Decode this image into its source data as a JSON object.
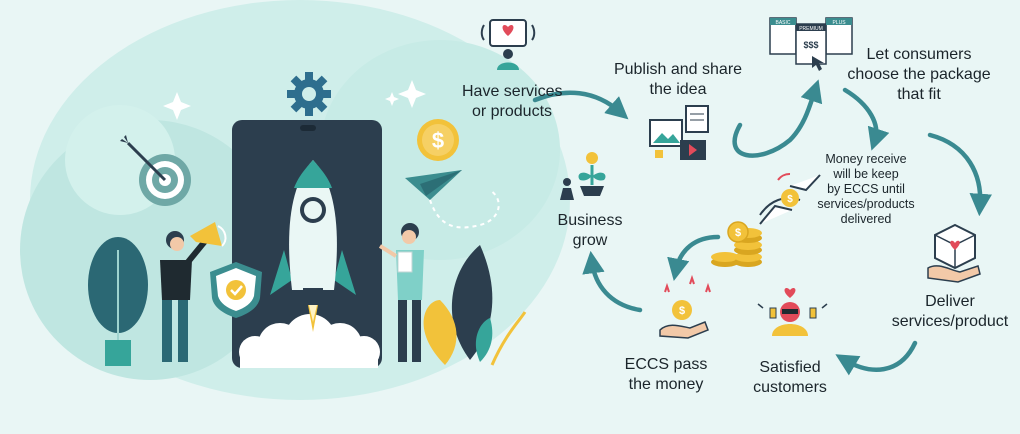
{
  "steps": [
    {
      "id": "have",
      "text": "Have services or products",
      "line1": "Have services",
      "line2": "or products",
      "icon": "presenter-heart-icon"
    },
    {
      "id": "publish",
      "text": "Publish and share the idea",
      "line1": "Publish and share",
      "line2": "the idea",
      "icon": "media-gallery-icon"
    },
    {
      "id": "choose",
      "text": "Let consumers choose the package that fit",
      "line1": "Let consumers",
      "line2": "choose the package",
      "line3": "that fit",
      "icon": "pricing-packages-icon"
    },
    {
      "id": "escrow",
      "text": "Money receive will be keep by ECCS until services/products delivered",
      "line1": "Money receive",
      "line2": "will be keep",
      "line3": "by ECCS until",
      "line4": "services/products",
      "line5": "delivered",
      "icon": "hand-coin-exchange-icon"
    },
    {
      "id": "deliver",
      "text": "Deliver services/product",
      "line1": "Deliver",
      "line2": "services/product",
      "icon": "hand-delivery-box-icon"
    },
    {
      "id": "satisfied",
      "text": "Satisfied customers",
      "line1": "Satisfied",
      "line2": "customers",
      "icon": "happy-customer-thumbs-icon"
    },
    {
      "id": "pass",
      "text": "ECCS pass the money",
      "line1": "ECCS pass",
      "line2": "the money",
      "icon": "hand-receiving-coin-icon"
    },
    {
      "id": "grow",
      "text": "Business grow",
      "line1": "Business",
      "line2": "grow",
      "icon": "growing-plant-coin-icon"
    }
  ],
  "pricing_labels": {
    "basic": "BASIC",
    "premium": "PREMIUM",
    "plus": "PLUS",
    "price": "$$$"
  },
  "coin_symbol": "$",
  "colors": {
    "teal": "#3b8d8f",
    "teal_light": "#bfe6e1",
    "navy": "#2c3e4e",
    "gold": "#f2c23a",
    "arrow": "#3a8a91",
    "background": "#e9f6f5"
  }
}
